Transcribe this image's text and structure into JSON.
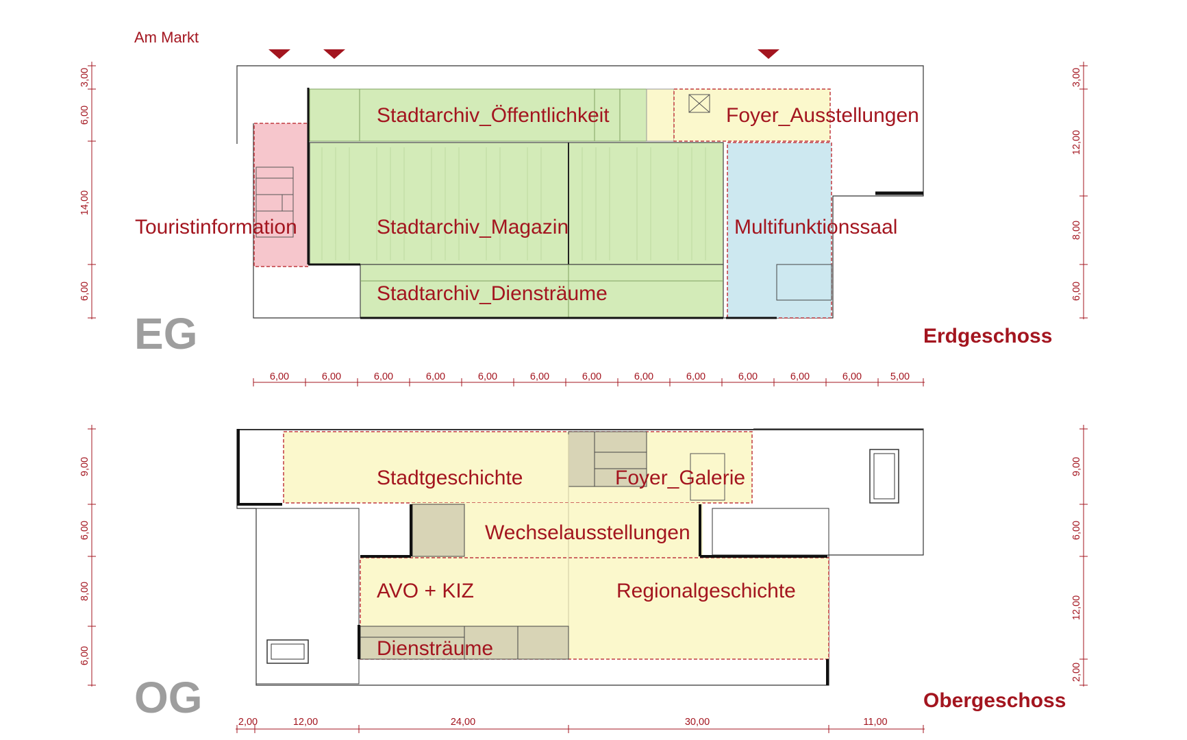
{
  "street": "Am Markt",
  "floors": {
    "eg": {
      "code": "EG",
      "title": "Erdgeschoss",
      "rooms": {
        "oeffentlichkeit": "Stadtarchiv_Öffentlichkeit",
        "foyer": "Foyer_Ausstellungen",
        "touristinfo": "Touristinformation",
        "magazin": "Stadtarchiv_Magazin",
        "multifunktion": "Multifunktionssaal",
        "dienst": "Stadtarchiv_Diensträume"
      },
      "left_dims": [
        "3,00",
        "6,00",
        "14,00",
        "6,00"
      ],
      "right_dims": [
        "3,00",
        "12,00",
        "8,00",
        "6,00"
      ]
    },
    "og": {
      "code": "OG",
      "title": "Obergeschoss",
      "rooms": {
        "stadtgeschichte": "Stadtgeschichte",
        "galerie": "Foyer_Galerie",
        "wechsel": "Wechselausstellungen",
        "avo": "AVO + KIZ",
        "regional": "Regionalgeschichte",
        "dienst": "Diensträume"
      },
      "left_dims": [
        "9,00",
        "6,00",
        "8,00",
        "6,00"
      ],
      "right_dims": [
        "9,00",
        "6,00",
        "12,00",
        "2,00"
      ]
    }
  },
  "horizontal_dims_mid": [
    "6,00",
    "6,00",
    "6,00",
    "6,00",
    "6,00",
    "6,00",
    "6,00",
    "6,00",
    "6,00",
    "6,00",
    "6,00",
    "6,00",
    "5,00"
  ],
  "horizontal_dims_bottom": [
    "2,00",
    "12,00",
    "24,00",
    "30,00",
    "11,00"
  ],
  "colors": {
    "accent": "#a3151f",
    "archive_green": "#d3ebb8",
    "foyer_yellow": "#fbf8cc",
    "tourist_pink": "#f6c6cc",
    "hall_blue": "#cde8f0",
    "exhibit_yellow": "#fbf8cc",
    "service_grey": "#d8d4b6"
  }
}
